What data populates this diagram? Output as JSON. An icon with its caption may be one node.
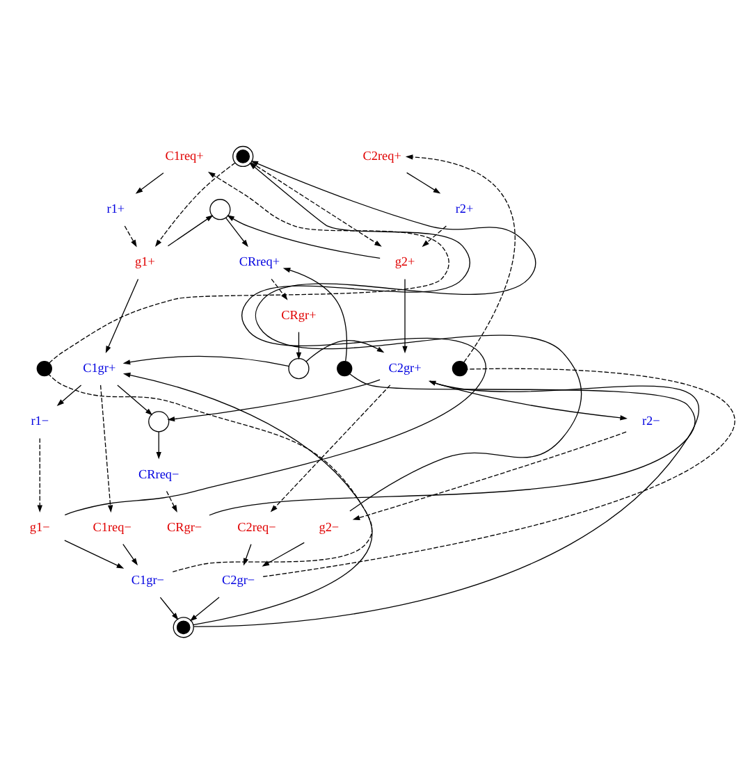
{
  "diagram": {
    "nodes": [
      {
        "text": [
          "C1req+"
        ]
      },
      {
        "text": [
          "C2req+"
        ]
      },
      {
        "text": [
          "r1+"
        ]
      },
      {
        "text": [
          "r2+"
        ]
      },
      {
        "text": [
          "g1+"
        ]
      },
      {
        "text": [
          "g2+"
        ]
      },
      {
        "text": [
          "CRreq+"
        ]
      },
      {
        "text": [
          "CRgr+"
        ]
      },
      {
        "text": [
          "C1gr+"
        ]
      },
      {
        "text": [
          "C2gr+"
        ]
      },
      {
        "text": [
          "r1−"
        ]
      },
      {
        "text": [
          "r2−"
        ]
      },
      {
        "text": [
          "CRreq−"
        ]
      },
      {
        "text": [
          "g1−"
        ]
      },
      {
        "text": [
          "C1req−"
        ]
      },
      {
        "text": [
          "C2req−"
        ]
      },
      {
        "text": [
          "g2−"
        ]
      },
      {
        "text": [
          "CRgr−"
        ]
      },
      {
        "text": [
          "C1gr−"
        ]
      },
      {
        "text": [
          "C2gr−"
        ]
      },
      {
        "text": [],
        "shape": "doublecircle"
      },
      {
        "text": [],
        "shape": "circle"
      },
      {
        "text": [],
        "shape": "dot"
      },
      {
        "text": [],
        "shape": "dot"
      },
      {
        "text": [],
        "shape": "circle"
      },
      {
        "text": [],
        "shape": "dot"
      },
      {
        "text": [],
        "shape": "circle"
      },
      {
        "text": [],
        "shape": "doublecircle"
      }
    ],
    "edges": [
      {
        "from": 0,
        "to": 2,
        "arrow": "to"
      },
      {
        "from": 2,
        "to": 4,
        "arrow": "to",
        "style": "dashed"
      },
      {
        "from": 20,
        "to": 4,
        "arrow": "to",
        "style": "dashed"
      },
      {
        "from": 20,
        "to": 5,
        "arrow": "to",
        "style": "dashed"
      },
      {
        "from": 1,
        "to": 3,
        "arrow": "to"
      },
      {
        "from": 3,
        "to": 5,
        "arrow": "to",
        "style": "dashed"
      },
      {
        "from": 4,
        "to": 21,
        "arrow": "to"
      },
      {
        "from": 5,
        "to": 21,
        "arrow": "to"
      },
      {
        "from": 21,
        "to": 6,
        "arrow": "to"
      },
      {
        "from": 6,
        "to": 7,
        "arrow": "to",
        "style": "dashed"
      },
      {
        "from": 7,
        "to": 24,
        "arrow": "to"
      },
      {
        "from": 24,
        "to": 8,
        "arrow": "to"
      },
      {
        "from": 24,
        "to": 9,
        "arrow": "to"
      },
      {
        "from": 4,
        "to": 8,
        "arrow": "to"
      },
      {
        "from": 5,
        "to": 9,
        "arrow": "to"
      },
      {
        "from": 8,
        "to": 10,
        "arrow": "to"
      },
      {
        "from": 8,
        "to": 14,
        "arrow": "to",
        "style": "dashed"
      },
      {
        "from": 9,
        "to": 11,
        "arrow": "to"
      },
      {
        "from": 9,
        "to": 15,
        "arrow": "to",
        "style": "dashed"
      },
      {
        "from": 10,
        "to": 13,
        "arrow": "to",
        "style": "dashed"
      },
      {
        "from": 11,
        "to": 16,
        "arrow": "to",
        "style": "dashed"
      },
      {
        "from": 13,
        "to": 20,
        "arrow": "to"
      },
      {
        "from": 16,
        "to": 20,
        "arrow": "to"
      },
      {
        "from": 8,
        "to": 26,
        "arrow": "to"
      },
      {
        "from": 9,
        "to": 26,
        "arrow": "to"
      },
      {
        "from": 26,
        "to": 12,
        "arrow": "to"
      },
      {
        "from": 12,
        "to": 17,
        "arrow": "to",
        "style": "dashed"
      },
      {
        "from": 17,
        "to": 23,
        "arrow": "none"
      },
      {
        "from": 23,
        "to": 6,
        "arrow": "to"
      },
      {
        "from": 13,
        "to": 18,
        "arrow": "to"
      },
      {
        "from": 14,
        "to": 18,
        "arrow": "to"
      },
      {
        "from": 16,
        "to": 19,
        "arrow": "to"
      },
      {
        "from": 15,
        "to": 19,
        "arrow": "to"
      },
      {
        "from": 18,
        "to": 27,
        "arrow": "to"
      },
      {
        "from": 19,
        "to": 27,
        "arrow": "to"
      },
      {
        "from": 27,
        "to": 8,
        "arrow": "to"
      },
      {
        "from": 27,
        "to": 9,
        "arrow": "to"
      },
      {
        "from": 18,
        "to": 22,
        "arrow": "none",
        "style": "dashed"
      },
      {
        "from": 22,
        "to": 0,
        "arrow": "to",
        "style": "dashed"
      },
      {
        "from": 19,
        "to": 25,
        "arrow": "none",
        "style": "dashed"
      },
      {
        "from": 25,
        "to": 1,
        "arrow": "to",
        "style": "dashed"
      }
    ]
  }
}
